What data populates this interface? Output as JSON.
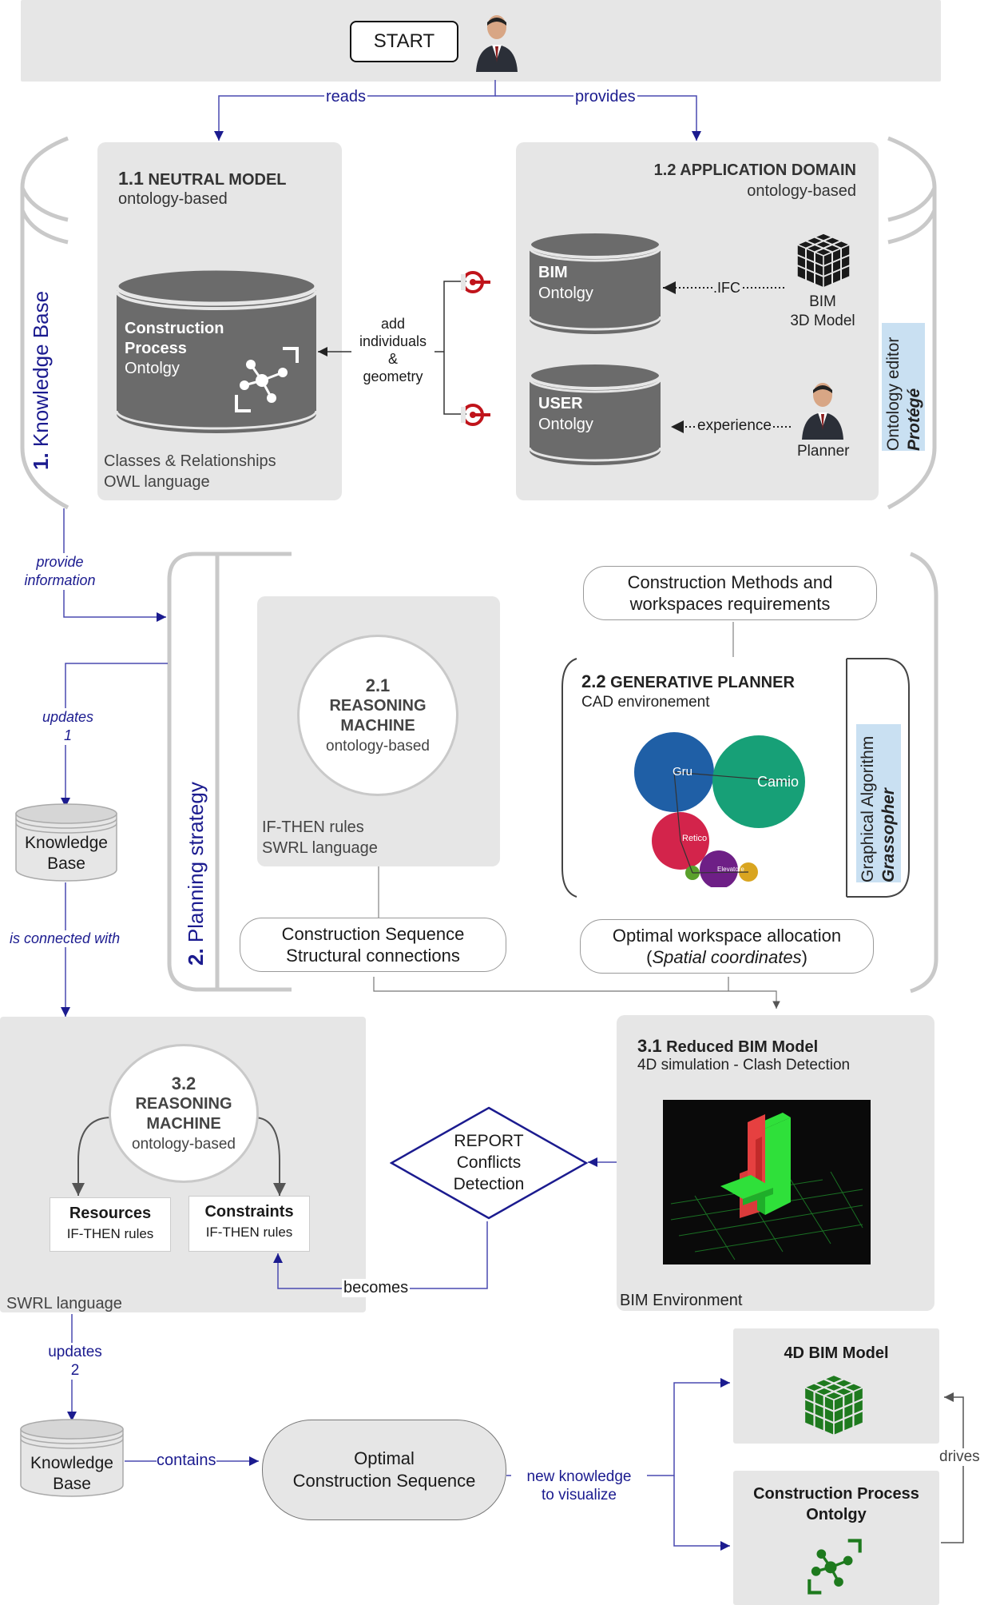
{
  "start": {
    "label": "START"
  },
  "edges": {
    "reads": "reads",
    "provides": "provides",
    "ifc": ".IFC",
    "experience": "experience",
    "add_individuals": [
      "add",
      "individuals",
      "&",
      "geometry"
    ],
    "provide_information": [
      "provide",
      "information"
    ],
    "updates_1": [
      "updates",
      "1"
    ],
    "is_connected_with": "is connected with",
    "becomes": "becomes",
    "updates_2": [
      "updates",
      "2"
    ],
    "contains": "contains",
    "new_knowledge": [
      "new knowledge",
      "to visualize"
    ],
    "drives": "drives"
  },
  "knowledge_base_section": {
    "number": "1.",
    "label": " Knowledge Base"
  },
  "neutral_model": {
    "number": "1.1",
    "title": " NEUTRAL MODEL",
    "subtitle": "ontology-based",
    "db_lines": [
      "Construction",
      "Process"
    ],
    "db_sub": "Ontolgy",
    "footer": [
      "Classes & Relationships",
      "OWL language"
    ]
  },
  "application_domain": {
    "title": "1.2 APPLICATION DOMAIN",
    "subtitle": "ontology-based",
    "bim_db": {
      "title": "BIM",
      "sub": "Ontolgy"
    },
    "user_db": {
      "title": "USER",
      "sub": "Ontolgy"
    },
    "bim_model": [
      "BIM",
      "3D Model"
    ],
    "planner": "Planner"
  },
  "ontology_editor": {
    "line1": "Ontology editor",
    "line2": "Protégé"
  },
  "planning_section": {
    "number": "2.",
    "label": " Planning strategy"
  },
  "reasoning_21": {
    "number": "2.1",
    "lines": [
      "REASONING",
      "MACHINE"
    ],
    "sub": "ontology-based",
    "footer": [
      "IF-THEN rules",
      "SWRL language"
    ]
  },
  "construction_methods": [
    "Construction Methods and",
    "workspaces requirements"
  ],
  "generative_planner": {
    "number": "2.2",
    "title": " GENERATIVE PLANNER",
    "subtitle": "CAD environement",
    "bubbles": [
      "Gru",
      "Camio",
      "Retico",
      "Elevatore"
    ]
  },
  "graphical_algorithm": {
    "line1": "Graphical Algorithm",
    "line2": "Grassopher"
  },
  "construction_sequence_pill": [
    "Construction Sequence",
    "Structural connections"
  ],
  "optimal_workspace_pill": {
    "line1": "Optimal workspace allocation",
    "line2_open": "(",
    "line2_italic": "Spatial coordinates",
    "line2_close": ")"
  },
  "knowledge_base_db": [
    "Knowledge",
    "Base"
  ],
  "reasoning_32": {
    "number": "3.2",
    "lines": [
      "REASONING",
      "MACHINE"
    ],
    "sub": "ontology-based",
    "resources": {
      "title": "Resources",
      "sub": "IF-THEN rules"
    },
    "constraints": {
      "title": "Constraints",
      "sub": "IF-THEN rules"
    },
    "footer": "SWRL language"
  },
  "report": [
    "REPORT",
    "Conflicts",
    "Detection"
  ],
  "reduced_bim": {
    "number": "3.1",
    "title": " Reduced BIM Model",
    "subtitle": "4D simulation - Clash Detection",
    "footer": "BIM Environment"
  },
  "optimal_sequence": [
    "Optimal",
    "Construction Sequence"
  ],
  "bim_4d": {
    "title": "4D BIM Model"
  },
  "cp_ontology": {
    "lines": [
      "Construction Process",
      "Ontolgy"
    ]
  },
  "colors": {
    "arrow_blue": "#1b1b8f",
    "db_gray": "#6b6b6b",
    "panel_gray": "#e6e6e6",
    "green_icon": "#1e7a1e",
    "red_target": "#c0141b",
    "bubble_blue": "#1f5fa6",
    "bubble_green": "#17a077",
    "bubble_red": "#d3244b",
    "bubble_purple": "#6e1f86"
  }
}
